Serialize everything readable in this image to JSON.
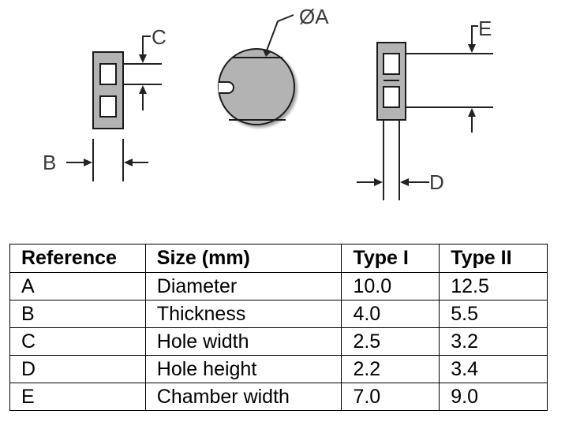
{
  "diagram": {
    "labels": {
      "A": "ØA",
      "B": "B",
      "C": "C",
      "D": "D",
      "E": "E"
    },
    "colors": {
      "part_fill": "#b3b3b3",
      "part_stroke": "#1a1a1a",
      "line": "#222222"
    }
  },
  "table": {
    "headers": [
      "Reference",
      "Size (mm)",
      "Type I",
      "Type II"
    ],
    "rows": [
      [
        "A",
        "Diameter",
        "10.0",
        "12.5"
      ],
      [
        "B",
        "Thickness",
        "4.0",
        "5.5"
      ],
      [
        "C",
        "Hole width",
        "2.5",
        "3.2"
      ],
      [
        "D",
        "Hole height",
        "2.2",
        "3.4"
      ],
      [
        "E",
        "Chamber width",
        "7.0",
        "9.0"
      ]
    ]
  }
}
